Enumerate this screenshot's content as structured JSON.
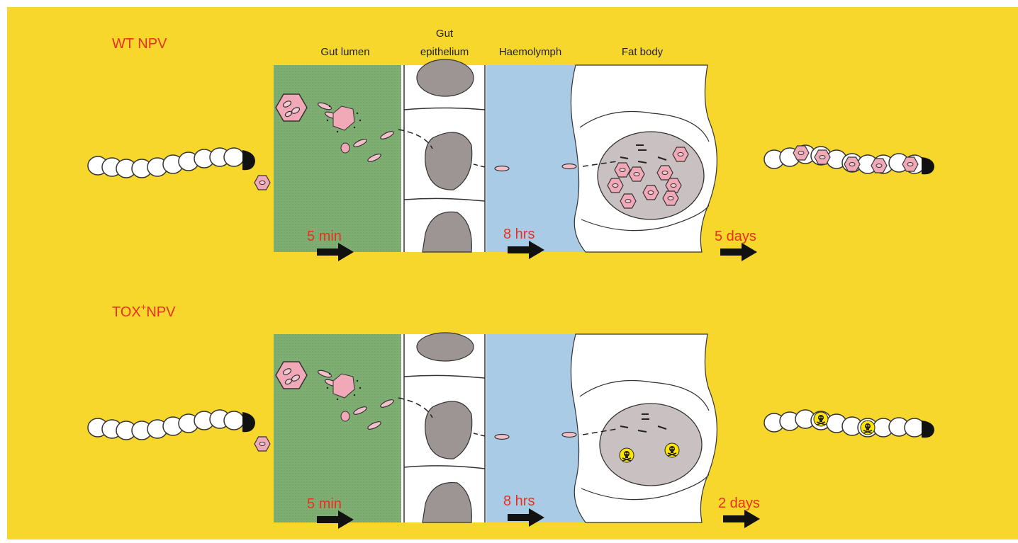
{
  "rows": [
    {
      "title_main": "WT NPV",
      "title_sup": "",
      "title_tail": "",
      "times": [
        "5 min",
        "8 hrs",
        "5 days"
      ]
    },
    {
      "title_main": "TOX",
      "title_sup": "+",
      "title_tail": "NPV",
      "times": [
        "5 min",
        "8 hrs",
        "2 days"
      ]
    }
  ],
  "column_headers": {
    "gut_lumen": "Gut lumen",
    "gut_epithelium_line1": "Gut",
    "gut_epithelium_line2": "epithelium",
    "haemolymph": "Haemolymph",
    "fat_body": "Fat body"
  },
  "colors": {
    "background": "#f7d72c",
    "red_text": "#e8301f",
    "gut_lumen": "#7fae73",
    "haemolymph": "#a9cbe6",
    "nucleus": "#9d9494",
    "polyhedra": "#f1a9b8",
    "toxin": "#ffe500"
  },
  "icons": [
    "caterpillar-icon",
    "polyhedron-icon",
    "virion-icon",
    "skull-crossbones-icon",
    "arrow-right-icon"
  ]
}
